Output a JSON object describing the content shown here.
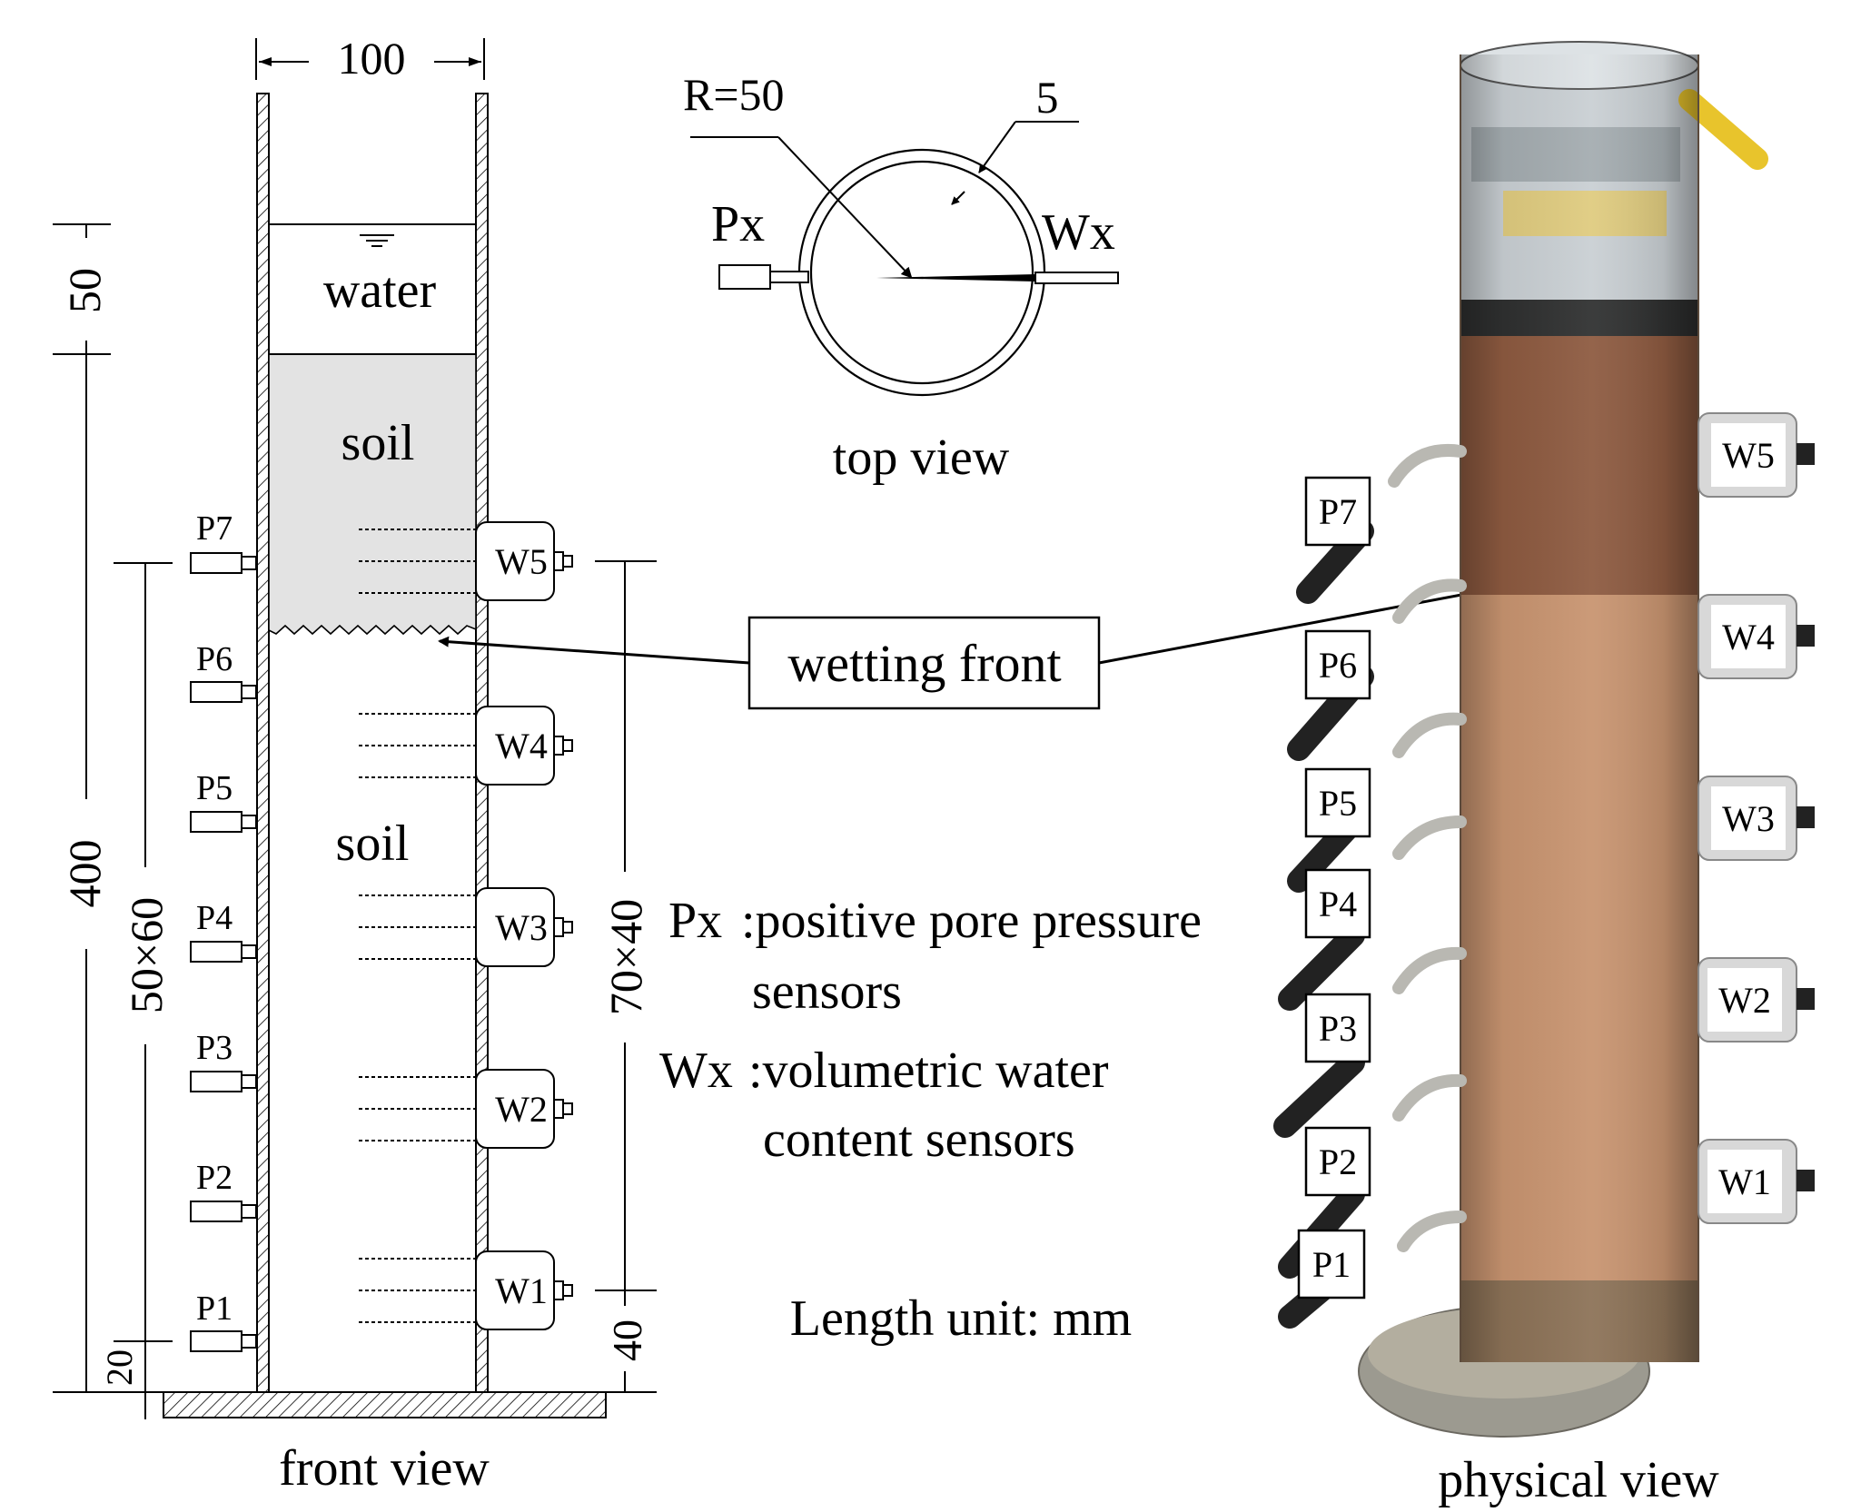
{
  "front_view": {
    "caption": "front view",
    "width_dim": "100",
    "water_label": "water",
    "soil_upper_label": "soil",
    "soil_lower_label": "soil",
    "dim_water": "50",
    "dim_total": "400",
    "dim_p_spacing": "50×60",
    "dim_p_bottom": "20",
    "dim_w_spacing": "70×40",
    "dim_w_bottom": "40",
    "p_sensors": [
      "P7",
      "P6",
      "P5",
      "P4",
      "P3",
      "P2",
      "P1"
    ],
    "w_sensors": [
      "W5",
      "W4",
      "W3",
      "W2",
      "W1"
    ]
  },
  "top_view": {
    "caption": "top view",
    "radius_label": "R=50",
    "thickness_label": "5",
    "p_label": "Px",
    "w_label": "Wx"
  },
  "wetting_front_label": "wetting front",
  "legend": {
    "px_key": "Px",
    "px_line1": ":positive pore pressure",
    "px_line2": "sensors",
    "wx_key": "Wx",
    "wx_line1": ":volumetric water",
    "wx_line2": "content sensors",
    "unit": "Length unit: mm"
  },
  "physical_view": {
    "caption": "physical view",
    "p_labels": [
      "P7",
      "P6",
      "P5",
      "P4",
      "P3",
      "P2",
      "P1"
    ],
    "w_labels": [
      "W5",
      "W4",
      "W3",
      "W2",
      "W1"
    ]
  },
  "colors": {
    "soil_wet_fill": "#e3e3e3",
    "column_wet": "#8d5a40",
    "column_dry": "#c89470"
  }
}
